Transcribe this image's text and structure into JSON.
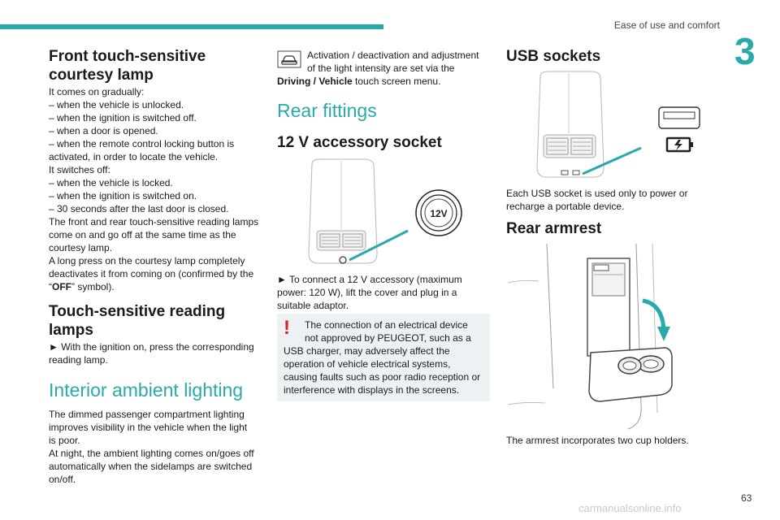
{
  "header": {
    "section_title": "Ease of use and comfort",
    "chapter_number": "3",
    "page_number": "63",
    "accent_color": "#2aa9ac"
  },
  "front_lamp": {
    "heading_line1": "Front touch-sensitive",
    "heading_line2": "courtesy lamp",
    "lines": [
      "It comes on gradually:",
      "– when the vehicle is unlocked.",
      "– when the ignition is switched off.",
      "– when a door is opened.",
      "– when the remote control locking button is",
      "activated, in order to locate the vehicle.",
      "It switches off:",
      "– when the vehicle is locked.",
      "– when the ignition is switched on.",
      "– 30 seconds after the last door is closed.",
      "The front and rear touch-sensitive reading lamps",
      "come on and go off at the same time as the",
      "courtesy lamp.",
      "A long press on the courtesy lamp completely",
      "deactivates it from coming on (confirmed by the"
    ],
    "last_line_prefix": "“",
    "last_line_bold": "OFF",
    "last_line_suffix": "” symbol)."
  },
  "reading_lamps": {
    "heading_line1": "Touch-sensitive reading",
    "heading_line2": "lamps",
    "line1": "► With the ignition on, press the corresponding",
    "line2": "reading lamp."
  },
  "ambient": {
    "heading": "Interior ambient lighting",
    "lines": [
      "The dimmed passenger compartment lighting",
      "improves visibility in the vehicle when the light",
      "is poor.",
      "At night, the ambient lighting comes on/goes off",
      "automatically when the sidelamps are switched",
      "on/off."
    ]
  },
  "screen_note": {
    "line1": "Activation / deactivation and adjustment",
    "line2": "of the light intensity are set via the",
    "line3_bold": "Driving / Vehicle",
    "line3_rest": " touch screen menu."
  },
  "rear_fittings": {
    "heading": "Rear fittings"
  },
  "socket12v": {
    "heading": "12 V accessory socket",
    "label": "12V",
    "lines": [
      "► To connect a 12 V accessory (maximum",
      "power: 120 W), lift the cover and plug in a",
      "suitable adaptor."
    ]
  },
  "warning": {
    "mark": "!",
    "lines": [
      "The connection of an electrical device",
      "not approved by PEUGEOT, such as a",
      "USB charger, may adversely affect the",
      "operation of vehicle electrical systems,",
      "causing faults such as poor radio reception or",
      "interference with displays in the screens."
    ]
  },
  "usb": {
    "heading": "USB sockets",
    "line1": "Each USB socket is used only to power or",
    "line2": "recharge a portable device."
  },
  "armrest": {
    "heading": "Rear armrest",
    "line1": "The armrest incorporates two cup holders."
  },
  "footer": {
    "watermark": "carmanualsonline.info"
  }
}
